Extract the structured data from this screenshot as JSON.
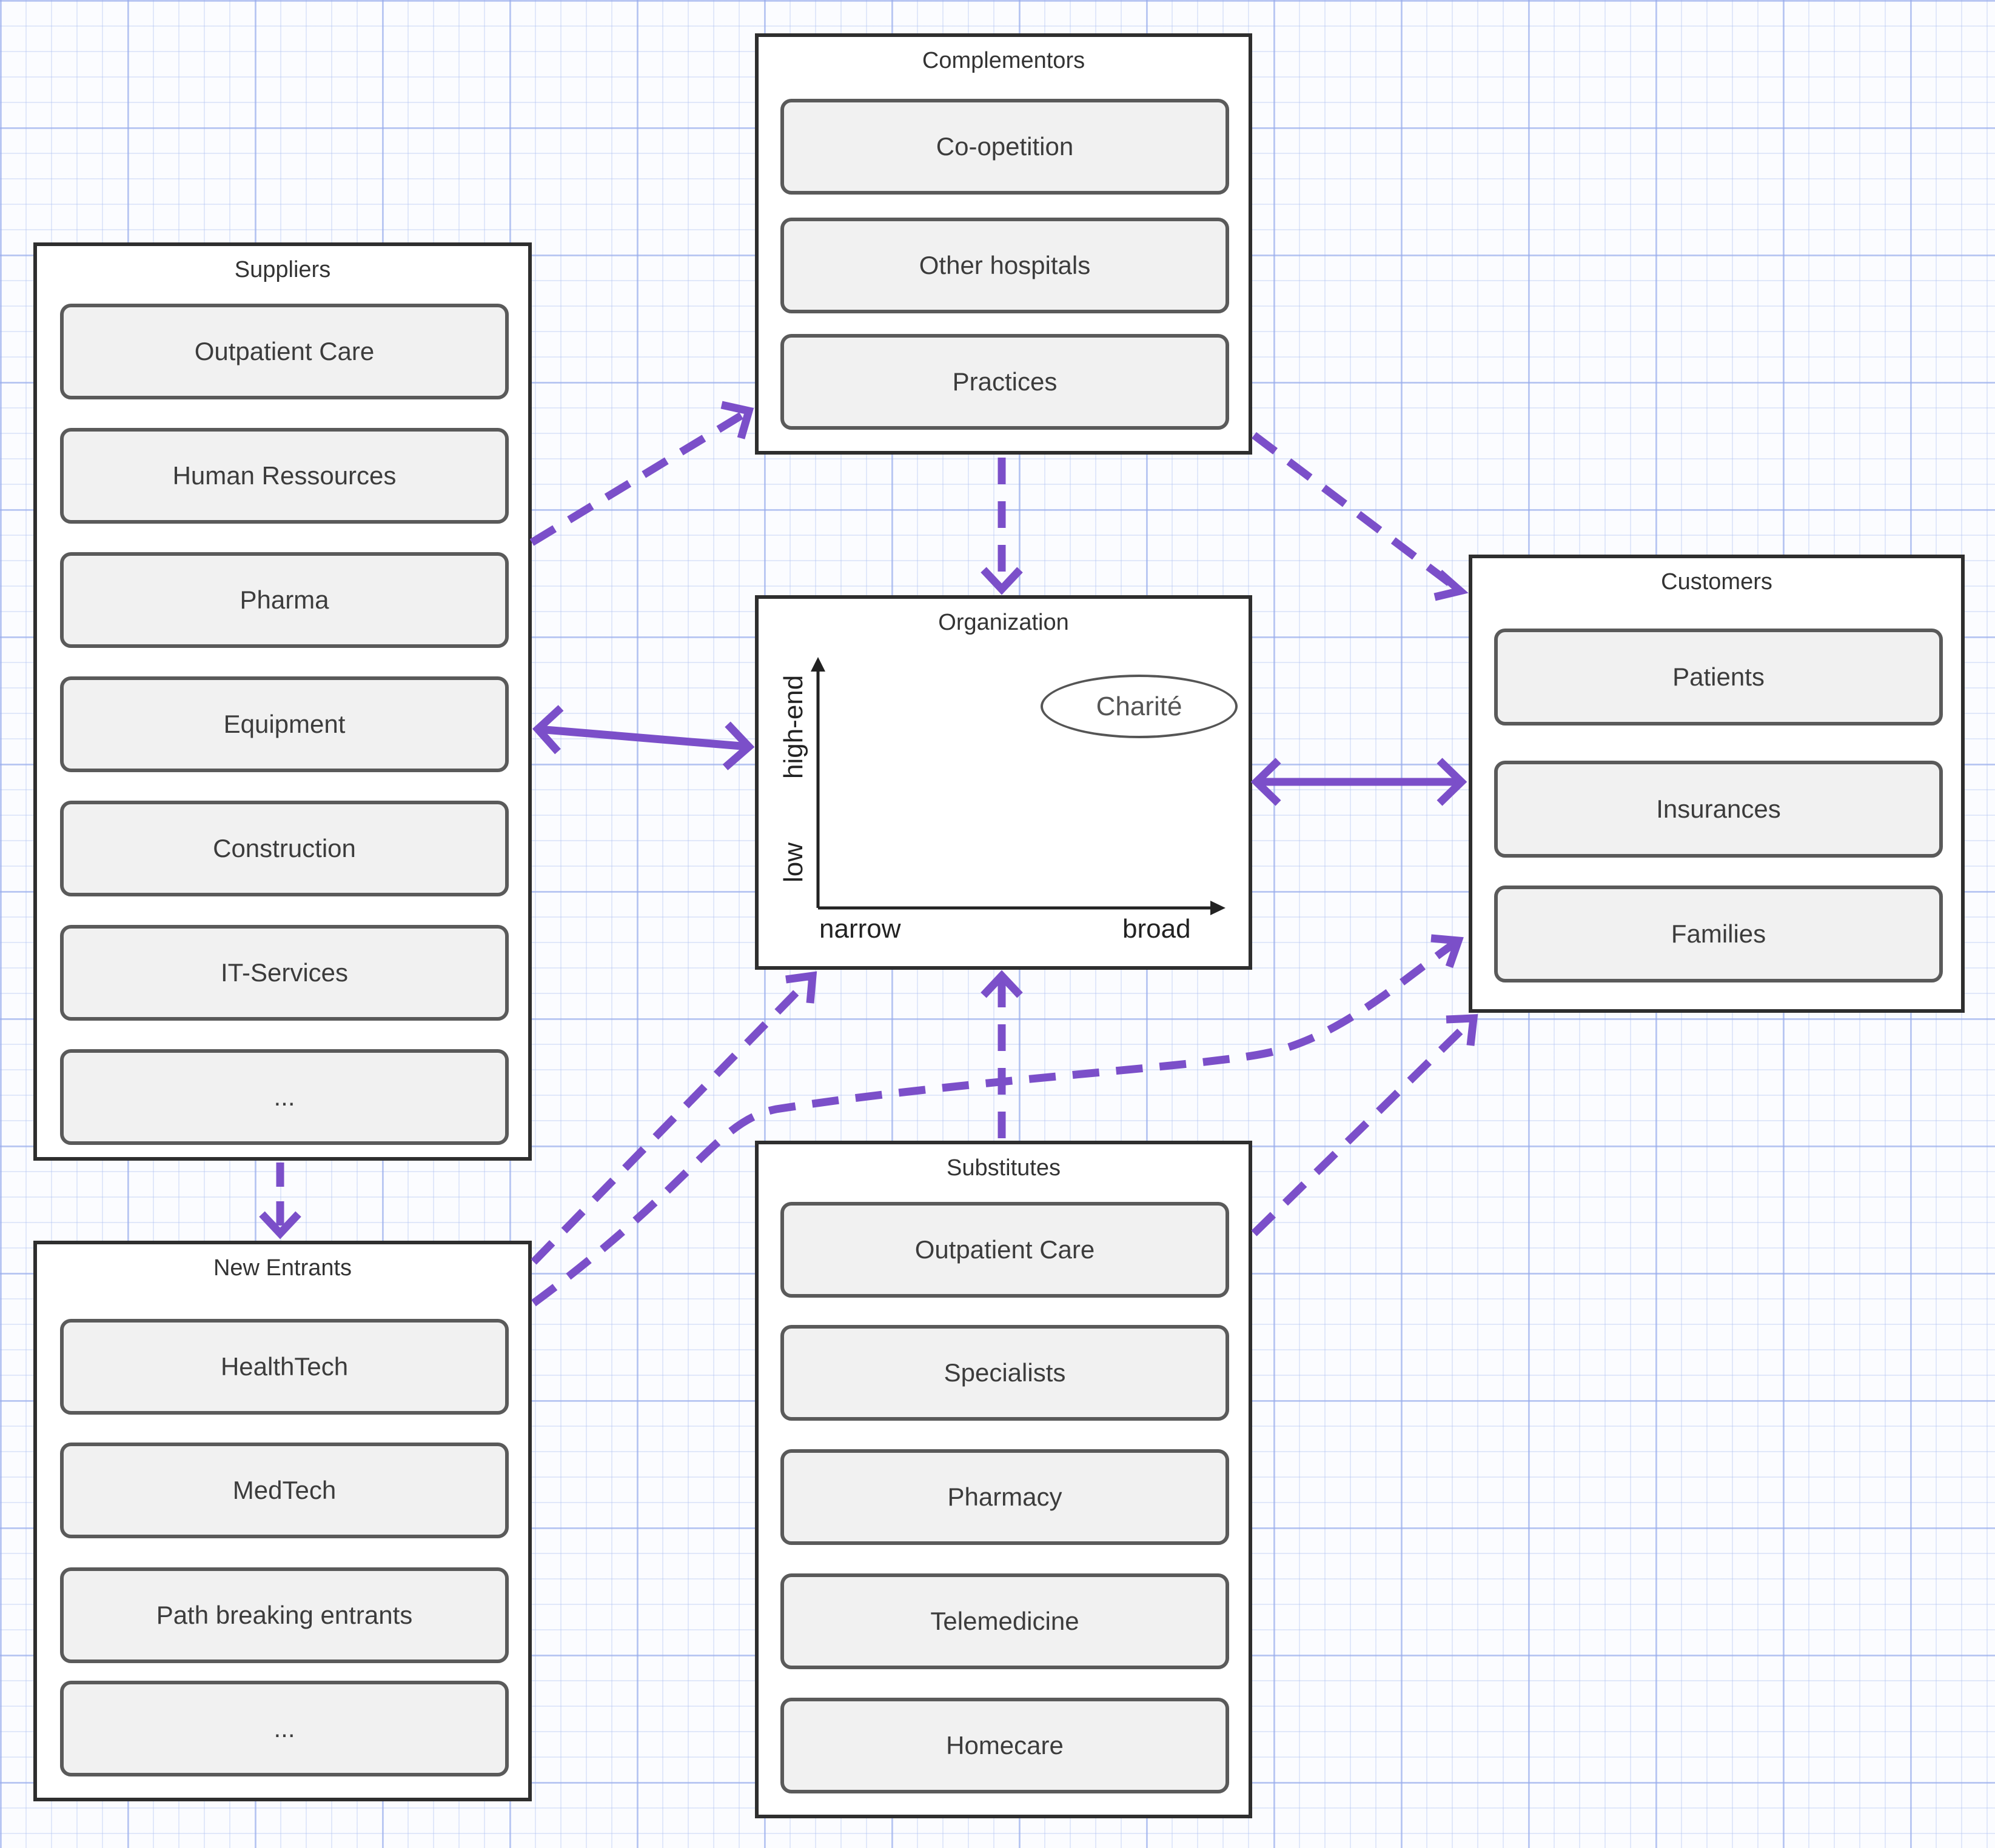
{
  "colors": {
    "arrow": "#7b4fc9",
    "grid": "#a6b8ee",
    "border": "#2e2e2e",
    "item_fill": "#f1f1f1"
  },
  "complementors": {
    "title": "Complementors",
    "items": [
      "Co-opetition",
      "Other hospitals",
      "Practices"
    ]
  },
  "suppliers": {
    "title": "Suppliers",
    "items": [
      "Outpatient Care",
      "Human Ressources",
      "Pharma",
      "Equipment",
      "Construction",
      "IT-Services",
      "..."
    ]
  },
  "customers": {
    "title": "Customers",
    "items": [
      "Patients",
      "Insurances",
      "Families"
    ]
  },
  "organization": {
    "title": "Organization",
    "y_low": "low",
    "y_high": "high-end",
    "x_low": "narrow",
    "x_high": "broad",
    "marker": "Charité"
  },
  "new_entrants": {
    "title": "New Entrants",
    "items": [
      "HealthTech",
      "MedTech",
      "Path breaking entrants",
      "..."
    ]
  },
  "substitutes": {
    "title": "Substitutes",
    "items": [
      "Outpatient Care",
      "Specialists",
      "Pharmacy",
      "Telemedicine",
      "Homecare"
    ]
  },
  "relations": [
    {
      "from": "Suppliers",
      "to": "Complementors",
      "style": "dashed",
      "direction": "one-way"
    },
    {
      "from": "Complementors",
      "to": "Organization",
      "style": "dashed",
      "direction": "one-way"
    },
    {
      "from": "Complementors",
      "to": "Customers",
      "style": "dashed",
      "direction": "one-way"
    },
    {
      "from": "Suppliers",
      "to": "Organization",
      "style": "solid",
      "direction": "two-way"
    },
    {
      "from": "Organization",
      "to": "Customers",
      "style": "solid",
      "direction": "two-way"
    },
    {
      "from": "Suppliers",
      "to": "New Entrants",
      "style": "dashed",
      "direction": "one-way"
    },
    {
      "from": "New Entrants",
      "to": "Organization",
      "style": "dashed",
      "direction": "one-way"
    },
    {
      "from": "New Entrants",
      "to": "Customers",
      "style": "dashed",
      "direction": "one-way"
    },
    {
      "from": "Substitutes",
      "to": "Organization",
      "style": "dashed",
      "direction": "one-way"
    },
    {
      "from": "Substitutes",
      "to": "Customers",
      "style": "dashed",
      "direction": "one-way"
    }
  ]
}
